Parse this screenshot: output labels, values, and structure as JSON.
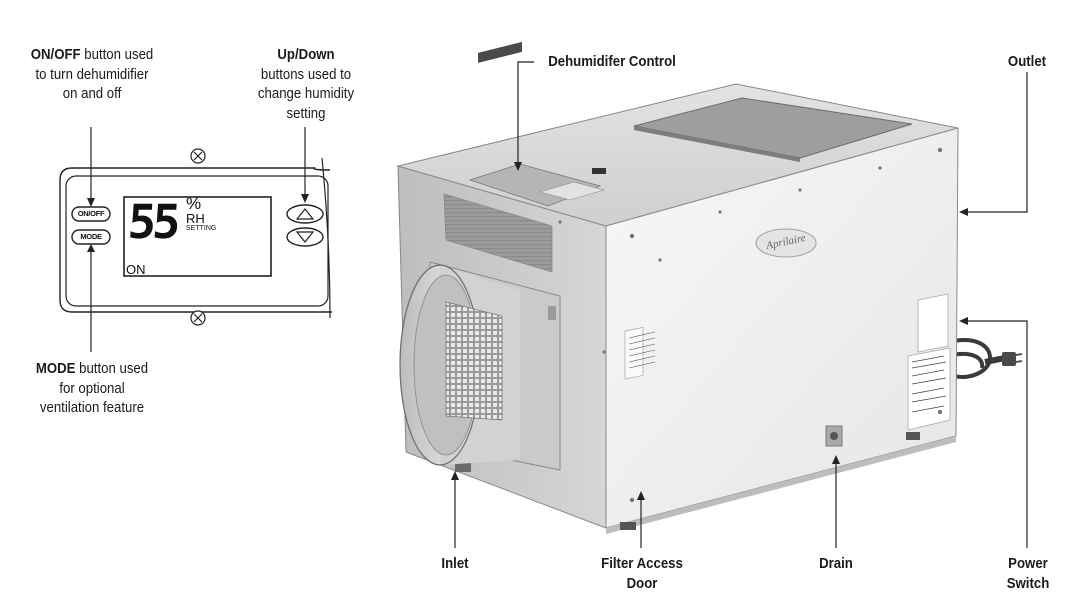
{
  "control_panel": {
    "onoff_button_label": "ON/OFF",
    "mode_button_label": "MODE",
    "display_value": "55",
    "display_unit_percent": "%",
    "display_unit_rh": "RH",
    "display_setting": "SETTING",
    "display_status": "ON",
    "up_icon": "triangle-up-icon",
    "down_icon": "triangle-down-icon"
  },
  "callouts": {
    "onoff": {
      "bold": "ON/OFF",
      "rest": " button used to turn dehumidifier on and off"
    },
    "updown": {
      "bold": "Up/Down",
      "rest": "buttons used to change humidity setting"
    },
    "mode": {
      "bold": "MODE",
      "rest": " button used for optional ventilation feature"
    }
  },
  "unit_labels": {
    "control": "Dehumidifer Control",
    "outlet": "Outlet",
    "inlet": "Inlet",
    "filter_door_line1": "Filter Access",
    "filter_door_line2": "Door",
    "drain": "Drain",
    "power_line1": "Power",
    "power_line2": "Switch"
  },
  "brand_logo": "Aprilaire",
  "colors": {
    "line": "#1a1a1a",
    "unit_front": "#f1f1f1",
    "unit_side": "#c9c9c9",
    "unit_top": "#d9d9d9"
  }
}
